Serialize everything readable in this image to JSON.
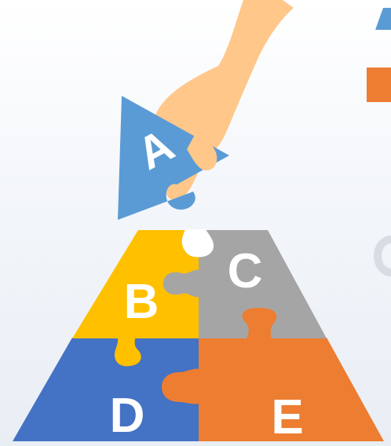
{
  "pieces": {
    "a": {
      "label": "A",
      "color": "#5b9bd5"
    },
    "b": {
      "label": "B",
      "color": "#ffc000"
    },
    "c": {
      "label": "C",
      "color": "#a5a5a5"
    },
    "d": {
      "label": "D",
      "color": "#4472c4"
    },
    "e": {
      "label": "E",
      "color": "#ed7d31"
    }
  },
  "hand": {
    "icon": "hand-icon",
    "color": "#ffc78a"
  },
  "edge_fragments": [
    {
      "icon": "blue-fragment-icon",
      "color": "#5b9bd5"
    },
    {
      "icon": "orange-fragment-icon",
      "color": "#ed7d31"
    },
    {
      "icon": "gray-fragment-icon",
      "color": "#d9dde3"
    }
  ]
}
